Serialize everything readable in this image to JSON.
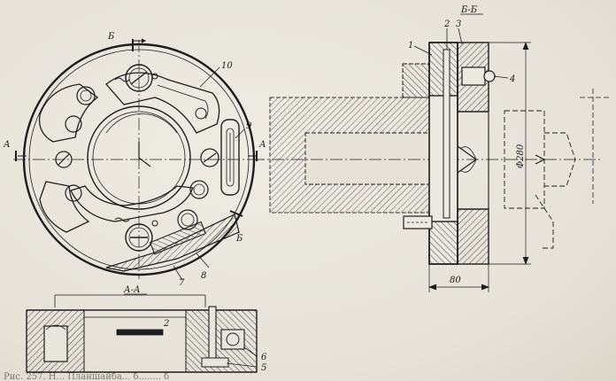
{
  "section_labels": {
    "b_top": "Б",
    "b_bottom": "Б",
    "a_left": "А",
    "a_right": "А",
    "aa_title": "А-А",
    "bb_title": "Б-Б"
  },
  "part_numbers": {
    "p1": "1",
    "p2": "2",
    "p3": "3",
    "p4": "4",
    "p5": "5",
    "p6": "6",
    "p7": "7",
    "p8": "8",
    "p9": "9",
    "p10": "10",
    "p2_section": "2"
  },
  "dimensions": {
    "diameter": "Φ280",
    "width": "80"
  },
  "caption": "Рис. 257. Н... Планшайба... б........ б"
}
